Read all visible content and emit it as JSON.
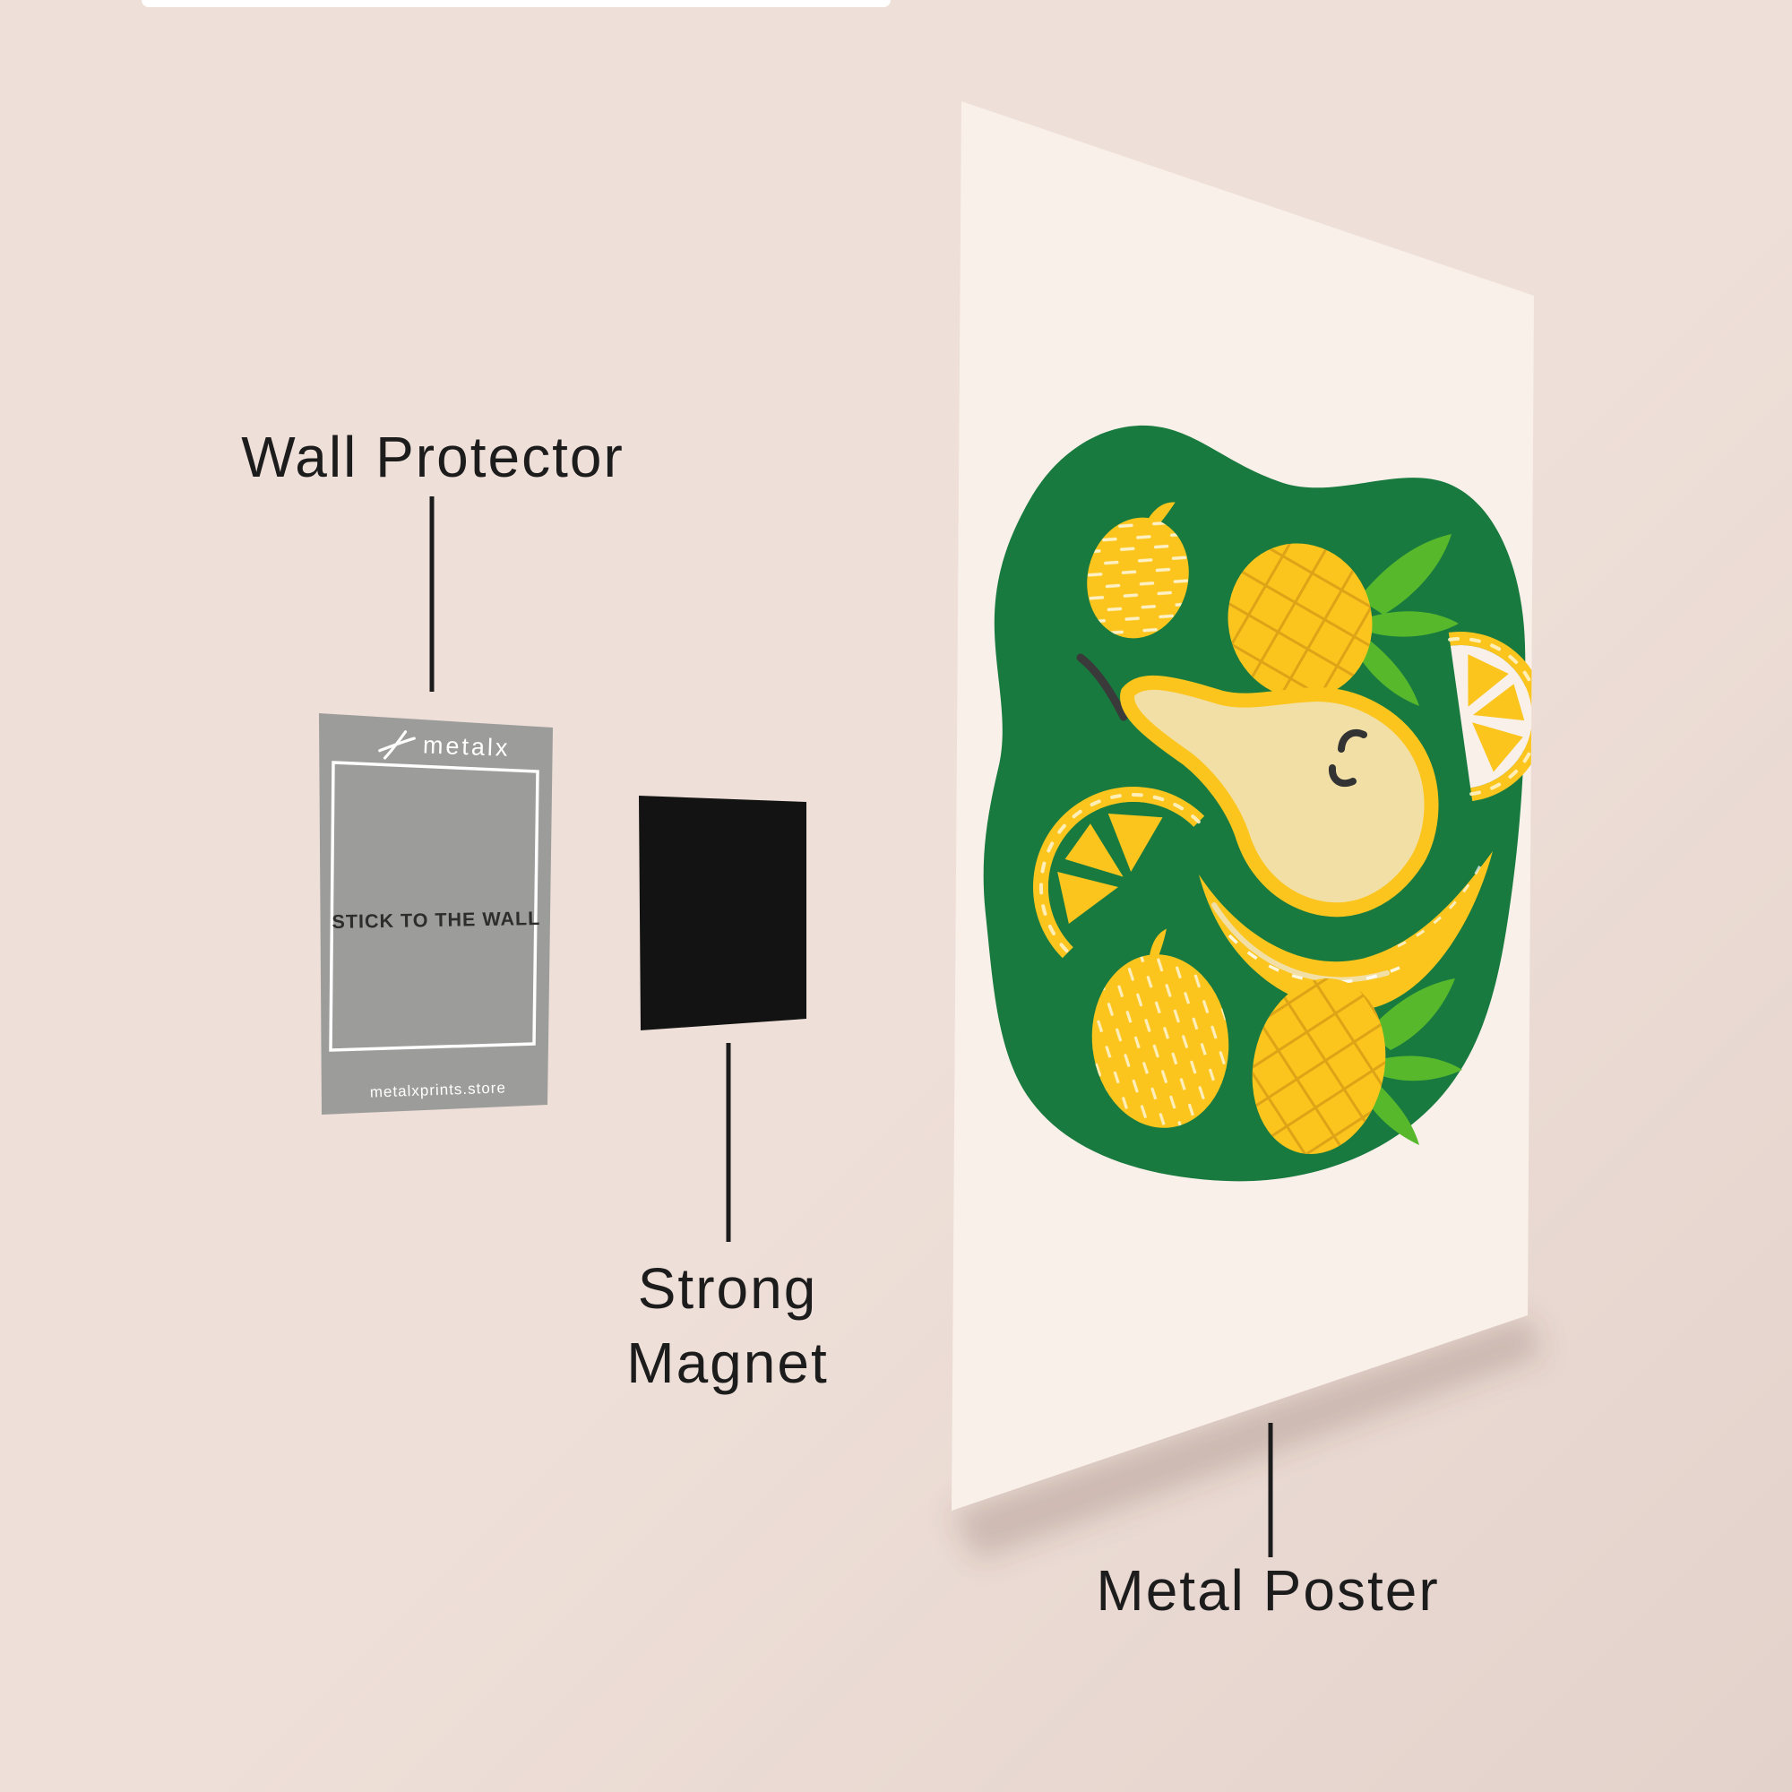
{
  "labels": {
    "wall_protector": "Wall Protector",
    "strong_magnet": [
      "Strong",
      "Magnet"
    ],
    "metal_poster": "Metal Poster"
  },
  "card": {
    "brand": "metalx",
    "message": "STICK TO THE WALL",
    "website": "metalxprints.store"
  },
  "colors": {
    "wall_light": "#eedfd8",
    "wall_dark": "#e3d2cb",
    "poster_bg": "#f9f0ea",
    "blob_green": "#187a3e",
    "leaf_green": "#57b82c",
    "fruit_yellow": "#fbc51d",
    "pear_fill": "#f2dfa5",
    "ink": "#1c1c1c",
    "card_gray": "#9c9c9a",
    "card_ink": "#2d2d2d",
    "magnet_black": "#131313"
  }
}
